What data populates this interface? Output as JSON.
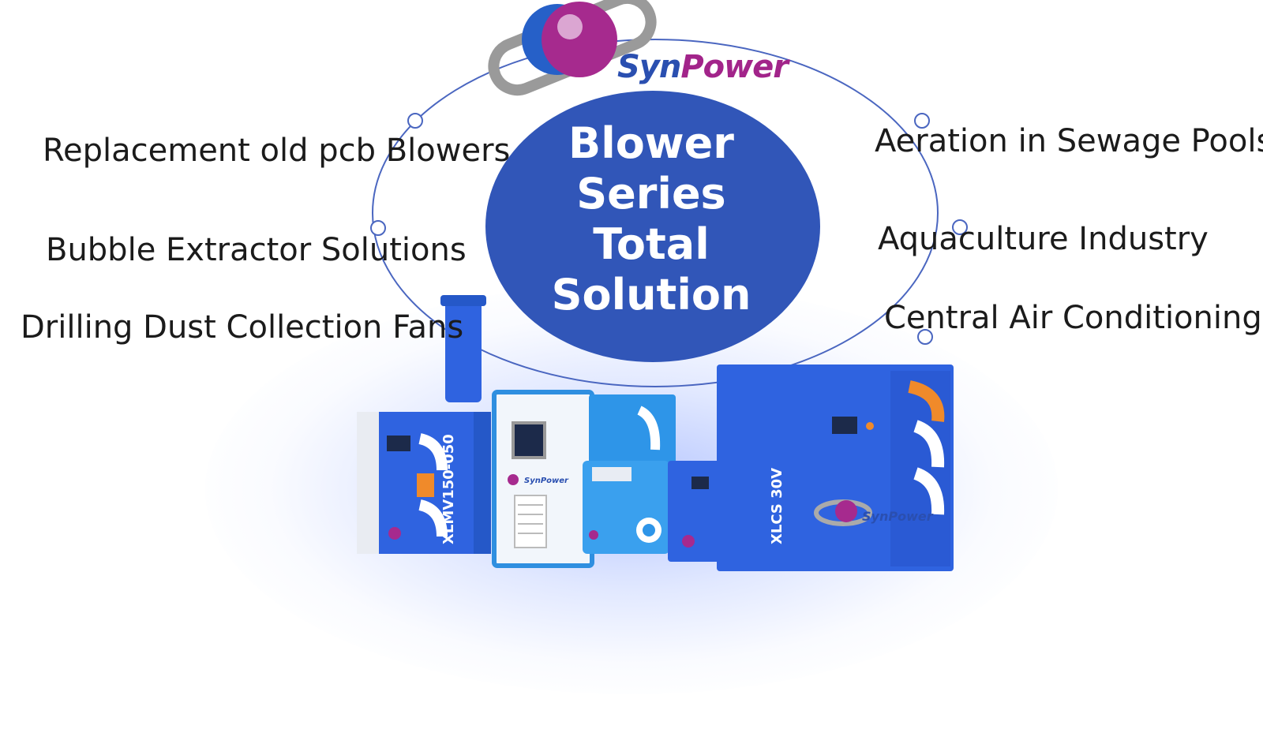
{
  "brand": {
    "syn": "Syn",
    "power": "Power"
  },
  "center": {
    "line1": "Blower",
    "line2": "Series",
    "line3": "Total",
    "line4": "Solution"
  },
  "applications_left": [
    "Replacement old pcb Blowers",
    "Bubble Extractor Solutions",
    "Drilling Dust Collection Fans"
  ],
  "applications_right": [
    "Aeration in Sewage Pools",
    "Aquaculture Industry",
    "Central Air Conditioning"
  ],
  "machines": {
    "m1_model": "XLMV150-050",
    "m2_brand": "SynPower",
    "m4_model": "XLCS 30V",
    "m5_brand": "SynPower"
  },
  "colors": {
    "primary_blue": "#3156b8",
    "machine_blue": "#2f63e0",
    "accent_orange": "#f08a2a",
    "brand_purple": "#a2248a"
  }
}
